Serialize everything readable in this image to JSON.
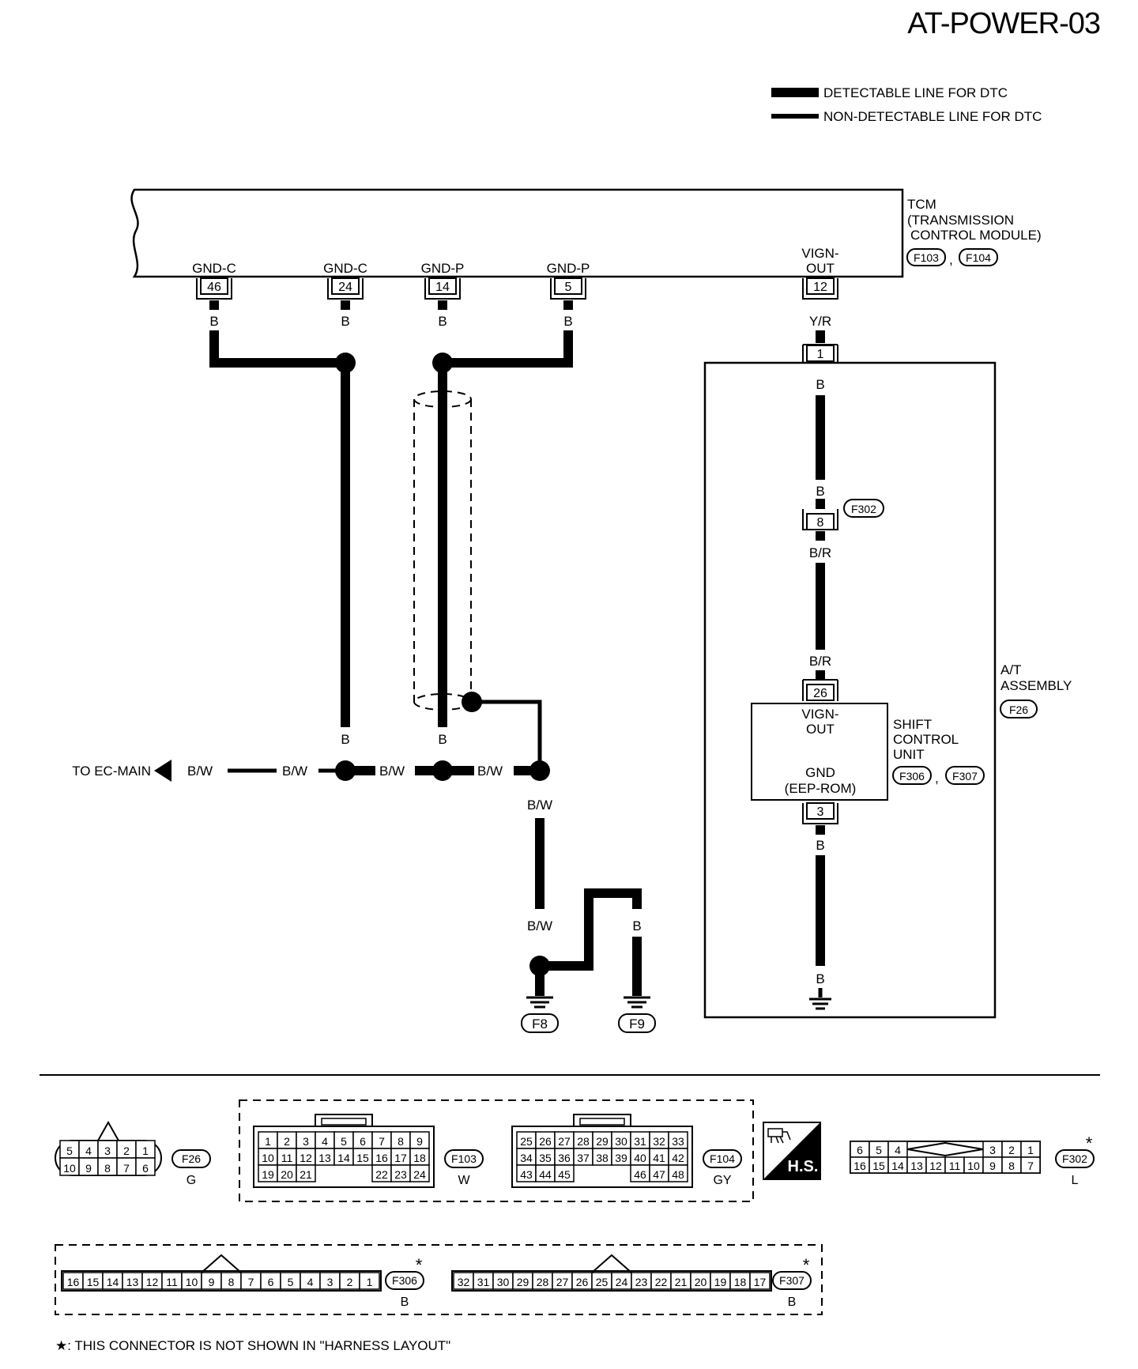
{
  "page_id": "AT-POWER-03",
  "legend": {
    "detectable": "DETECTABLE LINE FOR DTC",
    "non_detectable": "NON-DETECTABLE LINE FOR DTC"
  },
  "tcm": {
    "name_line1": "TCM",
    "name_line2": "(TRANSMISSION",
    "name_line3": "CONTROL MODULE)",
    "conn_a": "F103",
    "conn_b": "F104",
    "terminals": [
      {
        "name": "GND-C",
        "pin": "46",
        "wire": "B"
      },
      {
        "name": "GND-C",
        "pin": "24",
        "wire": "B"
      },
      {
        "name": "GND-P",
        "pin": "14",
        "wire": "B"
      },
      {
        "name": "GND-P",
        "pin": "5",
        "wire": "B"
      }
    ],
    "vign": {
      "name1": "VIGN-",
      "name2": "OUT",
      "pin": "12",
      "wire": "Y/R"
    }
  },
  "ground_bus": {
    "to": "TO EC-MAIN",
    "wire": "B/W",
    "drop_wire": "B",
    "down_wire": "B/W",
    "ground_wire_1": "B/W",
    "ground_wire_2": "B",
    "ground_wire_3": "B",
    "ground_a": "F8",
    "ground_b": "F9"
  },
  "at_assembly": {
    "line1": "A/T",
    "line2": "ASSEMBLY",
    "conn": "F26",
    "pin_in": "1",
    "wire_in": "B",
    "wire_mid": "B",
    "relay_conn": "F302",
    "relay_pin": "8",
    "wire_br1": "B/R",
    "wire_br2": "B/R",
    "scu_pin_top": "26",
    "scu_vign1": "VIGN-",
    "scu_vign2": "OUT",
    "scu_gnd1": "GND",
    "scu_gnd2": "(EEP-ROM)",
    "scu_pin_bottom": "3",
    "wire_out1": "B",
    "wire_out2": "B",
    "scu_label1": "SHIFT",
    "scu_label2": "CONTROL",
    "scu_label3": "UNIT",
    "scu_conn_a": "F306",
    "scu_conn_b": "F307"
  },
  "connectors": {
    "f26": {
      "id": "F26",
      "color": "G",
      "row1": [
        "5",
        "4",
        "3",
        "2",
        "1"
      ],
      "row2": [
        "10",
        "9",
        "8",
        "7",
        "6"
      ]
    },
    "f103": {
      "id": "F103",
      "color": "W",
      "row1": [
        "1",
        "2",
        "3",
        "4",
        "5",
        "6",
        "7",
        "8",
        "9"
      ],
      "row2": [
        "10",
        "11",
        "12",
        "13",
        "14",
        "15",
        "16",
        "17",
        "18"
      ],
      "row3a": [
        "19",
        "20",
        "21"
      ],
      "row3b": [
        "22",
        "23",
        "24"
      ]
    },
    "f104": {
      "id": "F104",
      "color": "GY",
      "row1": [
        "25",
        "26",
        "27",
        "28",
        "29",
        "30",
        "31",
        "32",
        "33"
      ],
      "row2": [
        "34",
        "35",
        "36",
        "37",
        "38",
        "39",
        "40",
        "41",
        "42"
      ],
      "row3a": [
        "43",
        "44",
        "45"
      ],
      "row3b": [
        "46",
        "47",
        "48"
      ]
    },
    "hs": "H.S.",
    "f302": {
      "id": "F302",
      "color": "L",
      "row1a": [
        "6",
        "5",
        "4"
      ],
      "row1b": [
        "3",
        "2",
        "1"
      ],
      "row2": [
        "16",
        "15",
        "14",
        "13",
        "12",
        "11",
        "10",
        "9",
        "8",
        "7"
      ]
    },
    "f306": {
      "id": "F306",
      "color": "B",
      "row": [
        "16",
        "15",
        "14",
        "13",
        "12",
        "11",
        "10",
        "9",
        "8",
        "7",
        "6",
        "5",
        "4",
        "3",
        "2",
        "1"
      ]
    },
    "f307": {
      "id": "F307",
      "color": "B",
      "row": [
        "32",
        "31",
        "30",
        "29",
        "28",
        "27",
        "26",
        "25",
        "24",
        "23",
        "22",
        "21",
        "20",
        "19",
        "18",
        "17"
      ]
    }
  },
  "star": "*",
  "footnote": "★: THIS CONNECTOR IS NOT SHOWN IN \"HARNESS LAYOUT\""
}
